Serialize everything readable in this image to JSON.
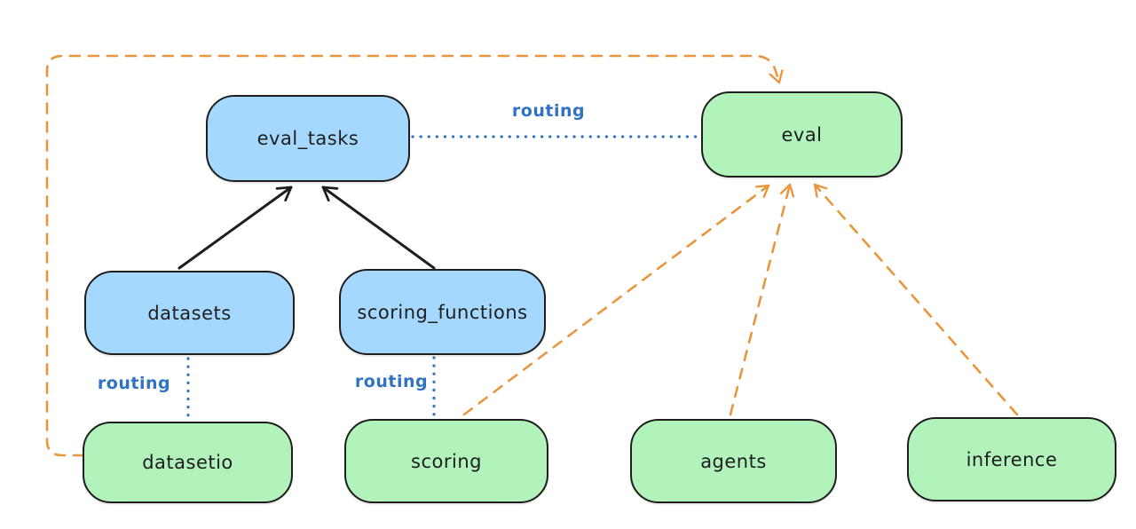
{
  "diagram": {
    "nodes": {
      "eval_tasks": {
        "label": "eval_tasks",
        "fill": "#a5d8ff"
      },
      "datasets": {
        "label": "datasets",
        "fill": "#a5d8ff"
      },
      "scoring_functions": {
        "label": "scoring_functions",
        "fill": "#a5d8ff"
      },
      "eval": {
        "label": "eval",
        "fill": "#b2f2bb"
      },
      "datasetio": {
        "label": "datasetio",
        "fill": "#b2f2bb"
      },
      "scoring": {
        "label": "scoring",
        "fill": "#b2f2bb"
      },
      "agents": {
        "label": "agents",
        "fill": "#b2f2bb"
      },
      "inference": {
        "label": "inference",
        "fill": "#b2f2bb"
      }
    },
    "edges": [
      {
        "from": "datasets",
        "to": "eval_tasks",
        "style": "solid-black-arrow",
        "label": ""
      },
      {
        "from": "scoring_functions",
        "to": "eval_tasks",
        "style": "solid-black-arrow",
        "label": ""
      },
      {
        "from": "eval_tasks",
        "to": "eval",
        "style": "dotted-blue",
        "label": "routing"
      },
      {
        "from": "datasets",
        "to": "datasetio",
        "style": "dotted-blue",
        "label": "routing"
      },
      {
        "from": "scoring_functions",
        "to": "scoring",
        "style": "dotted-blue",
        "label": "routing"
      },
      {
        "from": "datasetio",
        "to": "eval",
        "style": "dashed-orange-arrow",
        "label": ""
      },
      {
        "from": "scoring",
        "to": "eval",
        "style": "dashed-orange-arrow",
        "label": ""
      },
      {
        "from": "agents",
        "to": "eval",
        "style": "dashed-orange-arrow",
        "label": ""
      },
      {
        "from": "inference",
        "to": "eval",
        "style": "dashed-orange-arrow",
        "label": ""
      }
    ],
    "colors": {
      "background": "#ffffff",
      "node_border": "#1e1e1e",
      "blue_fill": "#a5d8ff",
      "green_fill": "#b2f2bb",
      "routing_blue": "#2f73c2",
      "dependency_orange": "#e9953d",
      "arrow_black": "#1e1e1e"
    }
  }
}
